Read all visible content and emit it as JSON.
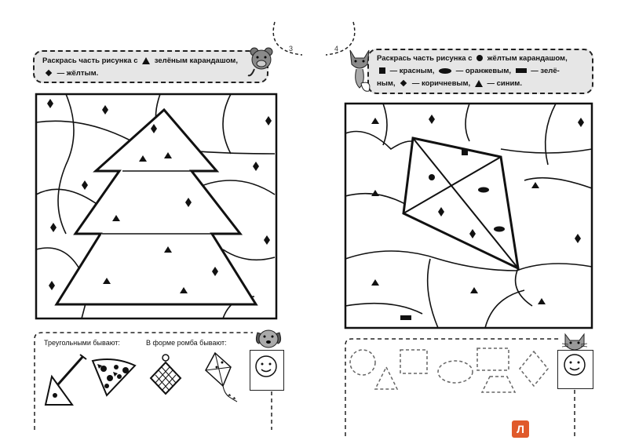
{
  "page_numbers": {
    "left": "3",
    "right": "4"
  },
  "left_page": {
    "instruction": {
      "line1_before": "Раскрась часть рисунка с",
      "line1_after": "зелёным карандашом,",
      "line2_after": "— жёлтым."
    },
    "bottom": {
      "triangular_label": "Треугольными бывают:",
      "rhombus_label": "В форме ромба бывают:"
    }
  },
  "right_page": {
    "instruction": {
      "line1_before": "Раскрась часть рисунка с",
      "line1_after": "жёлтым карандашом,",
      "line2_red": "— красным,",
      "line2_orange": "— оранжевым,",
      "line2_green": "— зелё-",
      "line3_start": "ным,",
      "line3_brown": "— коричневым,",
      "line3_blue": "— синим."
    }
  },
  "publisher_badge": "Л",
  "icons": [
    "triangle-icon",
    "diamond-icon",
    "circle-icon",
    "square-icon",
    "ellipse-icon",
    "rectangle-icon",
    "bear-icon",
    "fox-icon",
    "dog-icon",
    "cat-icon",
    "smiley-icon"
  ],
  "colors": {
    "instruction_bg": "#e6e6e6",
    "badge": "#e05a2b"
  }
}
